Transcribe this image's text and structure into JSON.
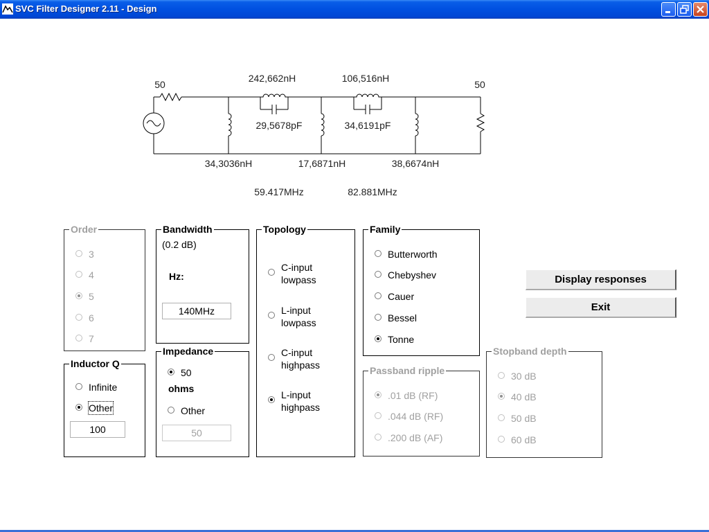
{
  "window": {
    "title": "SVC Filter Designer 2.11 - Design",
    "colors": {
      "titlebar": "#0050e0",
      "close_button": "#c8421e"
    }
  },
  "schematic": {
    "source_resistance": "50",
    "load_resistance": "50",
    "series_inductors": [
      "242,662nH",
      "106,516nH"
    ],
    "series_capacitors": [
      "29,5678pF",
      "34,6191pF"
    ],
    "shunt_inductors": [
      "34,3036nH",
      "17,6871nH",
      "38,6674nH"
    ],
    "resonant_frequencies": [
      "59.417MHz",
      "82.881MHz"
    ]
  },
  "order": {
    "label": "Order",
    "options": [
      "3",
      "4",
      "5",
      "6",
      "7"
    ],
    "selected": "5"
  },
  "bandwidth": {
    "label": "Bandwidth",
    "subtitle": "(0.2 dB)",
    "hz_label": "Hz:",
    "value": "140MHz"
  },
  "topology": {
    "label": "Topology",
    "options": [
      {
        "line1": "C-input",
        "line2": "lowpass"
      },
      {
        "line1": "L-input",
        "line2": "lowpass"
      },
      {
        "line1": "C-input",
        "line2": "highpass"
      },
      {
        "line1": "L-input",
        "line2": "highpass"
      }
    ],
    "selected_index": 3
  },
  "family": {
    "label": "Family",
    "options": [
      "Butterworth",
      "Chebyshev",
      "Cauer",
      "Bessel",
      "Tonne"
    ],
    "selected": "Tonne"
  },
  "inductor_q": {
    "label": "Inductor Q",
    "options": [
      "Infinite",
      "Other"
    ],
    "selected": "Other",
    "value": "100"
  },
  "impedance": {
    "label": "Impedance",
    "option_50": "50",
    "ohms_label": "ohms",
    "option_other": "Other",
    "value": "50"
  },
  "passband_ripple": {
    "label": "Passband ripple",
    "options": [
      ".01 dB (RF)",
      ".044 dB (RF)",
      ".200 dB (AF)"
    ],
    "selected": ".01 dB (RF)"
  },
  "stopband_depth": {
    "label": "Stopband depth",
    "options": [
      "30 dB",
      "40 dB",
      "50 dB",
      "60 dB"
    ],
    "selected": "40 dB"
  },
  "buttons": {
    "display_responses": "Display responses",
    "exit": "Exit"
  }
}
